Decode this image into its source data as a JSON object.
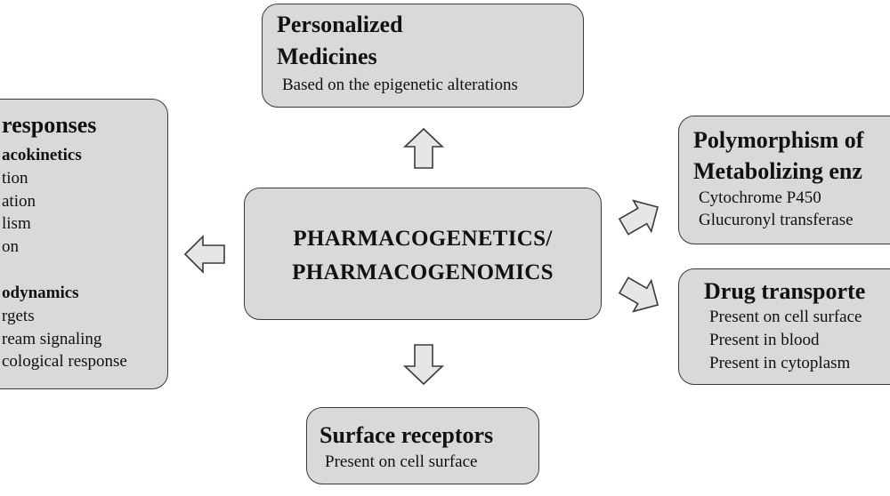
{
  "center": {
    "line1": "PHARMACOGENETICS/",
    "line2": "PHARMACOGENOMICS"
  },
  "top": {
    "title_line1": "Personalized",
    "title_line2": "Medicines",
    "desc": "Based on the epigenetic alterations"
  },
  "left": {
    "title": "responses",
    "section1_heading": "acokinetics",
    "section1_items": [
      "tion",
      "ation",
      "lism",
      "on"
    ],
    "section2_heading": "odynamics",
    "section2_items": [
      "rgets",
      "ream signaling",
      "cological response"
    ]
  },
  "right_top": {
    "title_line1": "Polymorphism of",
    "title_line2": "Metabolizing enz",
    "items": [
      "Cytochrome P450",
      "Glucuronyl transferase"
    ]
  },
  "right_bottom": {
    "title": "Drug transporte",
    "items": [
      "Present on cell surface",
      "Present in blood",
      "Present in cytoplasm"
    ]
  },
  "bottom": {
    "title": "Surface receptors",
    "desc": "Present on cell surface"
  }
}
